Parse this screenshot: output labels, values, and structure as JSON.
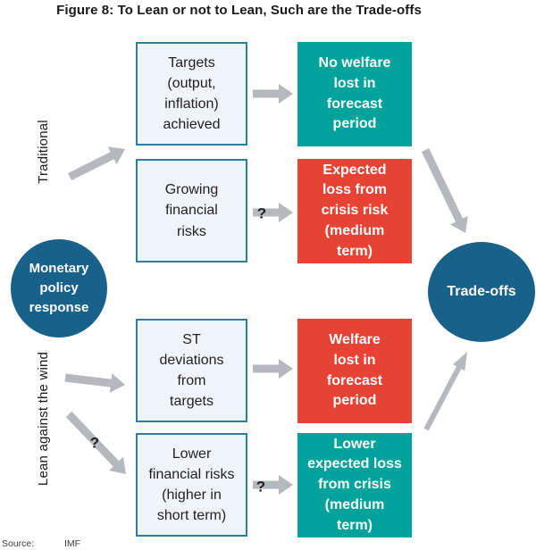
{
  "figure": {
    "title": "Figure 8: To Lean or not to Lean, Such are the Trade-offs",
    "source_label": "Source:",
    "source_value": "IMF"
  },
  "nodes": {
    "monetary": "Monetary\npolicy\nresponse",
    "tradeoffs": "Trade-offs"
  },
  "branches": {
    "traditional": "Traditional",
    "lean": "Lean against the wind"
  },
  "boxes": {
    "targets": "Targets\n(output,\ninflation)\nachieved",
    "no_welfare": "No welfare\nlost in\nforecast\nperiod",
    "growing_risks": "Growing\nfinancial\nrisks",
    "expected_loss": "Expected\nloss from\ncrisis risk\n(medium\nterm)",
    "st_deviations": "ST\ndeviations\nfrom\ntargets",
    "welfare_lost": "Welfare\nlost in\nforecast\nperiod",
    "lower_risks": "Lower\nfinancial risks\n(higher in\nshort term)",
    "lower_loss": "Lower\nexpected loss\nfrom crisis\n(medium\nterm)"
  },
  "marks": {
    "question": "?"
  },
  "colors": {
    "teal": "#00a39c",
    "red": "#e64334",
    "circleBlue": "#17618a",
    "boxFill": "#eef4f8",
    "boxBorder": "#2e7d9e",
    "arrowGray": "#b5b9bd",
    "darkText": "#231f20",
    "sourceText": "#3d3d3d"
  }
}
